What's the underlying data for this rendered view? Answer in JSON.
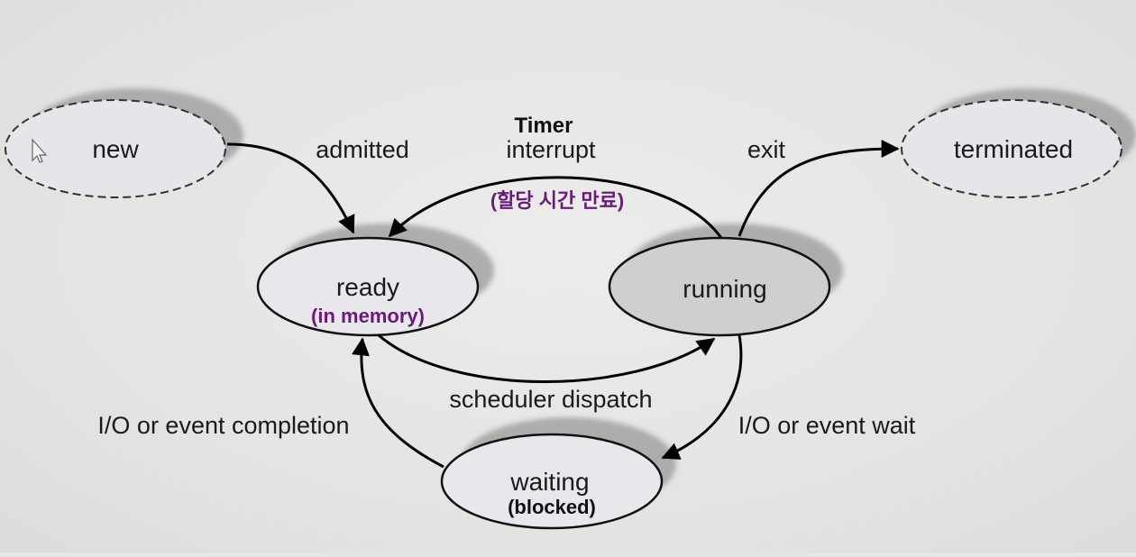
{
  "states": {
    "new": "new",
    "ready": "ready",
    "ready_note": "(in memory)",
    "running": "running",
    "waiting": "waiting",
    "waiting_note": "(blocked)",
    "terminated": "terminated"
  },
  "transitions": {
    "admitted": "admitted",
    "timer_bold": "Timer",
    "timer_interrupt": "interrupt",
    "timer_note": "(할당 시간 만료)",
    "exit": "exit",
    "scheduler_dispatch": "scheduler dispatch",
    "io_event_completion": "I/O or event completion",
    "io_event_wait": "I/O or event wait"
  },
  "colors": {
    "accent_purple": "#6a1a7a",
    "active_state_fill": "#cfcfcf",
    "state_fill": "#e8e8ec",
    "transient_state_fill": "#e6e6ea"
  }
}
